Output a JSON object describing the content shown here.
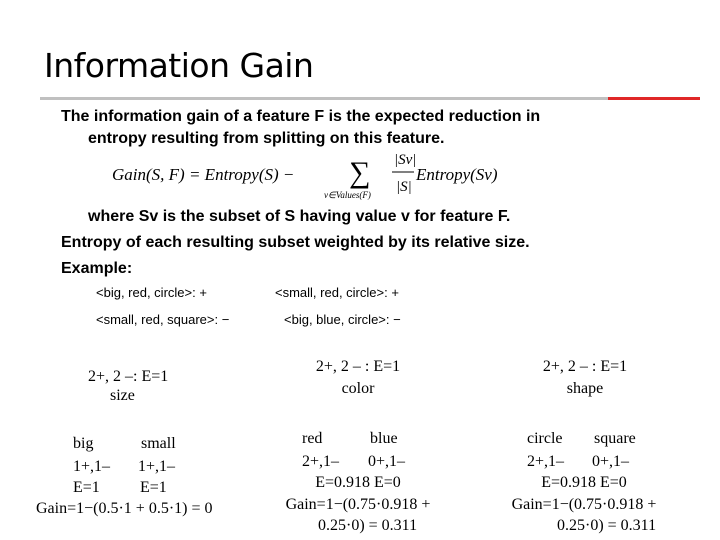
{
  "slide": {
    "title": "Information Gain",
    "intro_line1": "The information gain of a feature F is the expected reduction in",
    "intro_line2": "entropy resulting from splitting on this feature.",
    "formula": {
      "lhs": "Gain(S, F) = Entropy(S) −",
      "sum_index": "v∈Values(F)",
      "numerator": "|Sv|",
      "denominator": "|S|",
      "rhs": "Entropy(Sv)"
    },
    "where_line": "where Sv is the subset of S having value v for feature F.",
    "weighted_line": "Entropy of each resulting subset weighted by its relative size.",
    "example_label": "Example:",
    "examples": [
      "<big, red, circle>: +",
      "<small, red, circle>: +",
      "<small, red, square>: −",
      "<big, blue, circle>: −"
    ]
  },
  "splits": {
    "size": {
      "root": "2+, 2 –: E=1",
      "feature": "size",
      "left_label": "big",
      "right_label": "small",
      "left_counts": "1+,1–",
      "right_counts": "1+,1–",
      "left_entropy": "E=1",
      "right_entropy": "E=1",
      "gain": "Gain=1−(0.5·1 + 0.5·1) = 0"
    },
    "color": {
      "root": "2+, 2 – : E=1",
      "feature": "color",
      "left_label": "red",
      "right_label": "blue",
      "left_counts": "2+,1–",
      "right_counts": "0+,1–",
      "entropy_line": "E=0.918  E=0",
      "gain_line1": "Gain=1−(0.75·0.918 +",
      "gain_line2": "0.25·0) = 0.311"
    },
    "shape": {
      "root": "2+, 2 – : E=1",
      "feature": "shape",
      "left_label": "circle",
      "right_label": "square",
      "left_counts": "2+,1–",
      "right_counts": "0+,1–",
      "entropy_line": "E=0.918  E=0",
      "gain_line1": "Gain=1−(0.75·0.918 +",
      "gain_line2": "0.25·0) = 0.311"
    }
  }
}
